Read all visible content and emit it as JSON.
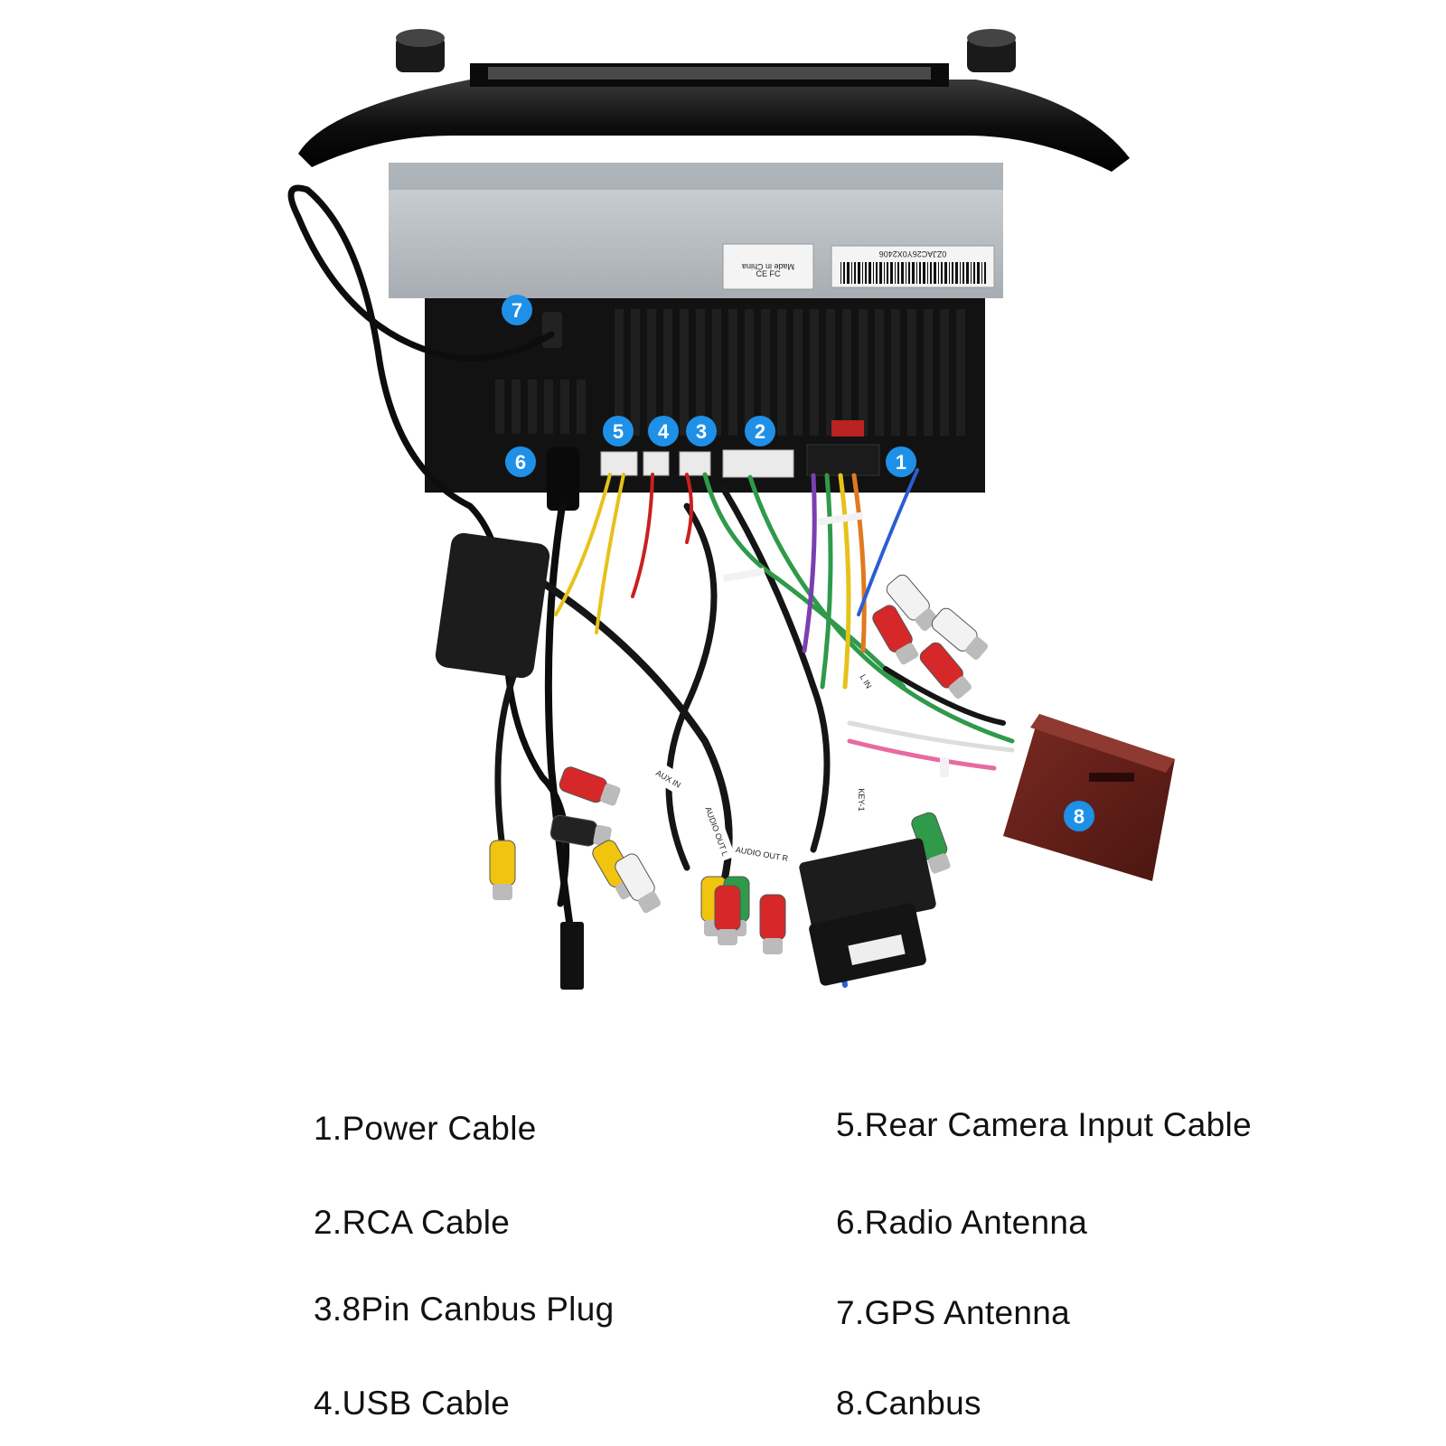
{
  "unit_label": {
    "made_in": "Made in China",
    "serial": "0ZJAC26Y0X2406",
    "marks": "CE FC"
  },
  "stickers": [
    "AUX IN",
    "AUDIO OUT L",
    "AUDIO OUT R",
    "KEY-1",
    "L IN"
  ],
  "callouts": [
    "1",
    "2",
    "3",
    "4",
    "5",
    "6",
    "7",
    "8"
  ],
  "colors": {
    "badge": "#1e90e8",
    "unit_dark": "#111111",
    "housing": "#b9bec3"
  },
  "legend": {
    "left": [
      "1.Power Cable",
      "2.RCA Cable",
      "3.8Pin Canbus Plug",
      "4.USB Cable"
    ],
    "right": [
      "5.Rear Camera Input Cable",
      "6.Radio Antenna",
      "7.GPS Antenna",
      "8.Canbus"
    ]
  }
}
